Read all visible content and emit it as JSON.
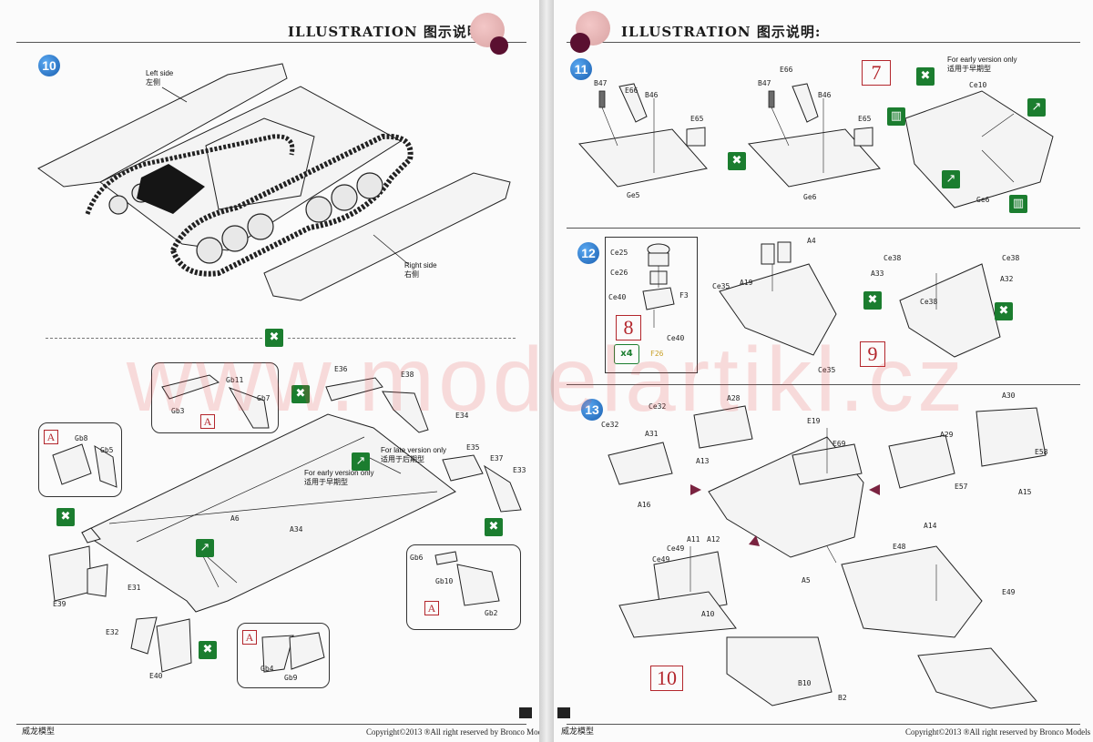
{
  "header": {
    "title": "ILLUSTRATION 图示说明:"
  },
  "left_page": {
    "step_10": {
      "number": "10",
      "left_side": [
        "Left side",
        "左侧"
      ],
      "right_side": [
        "Right side",
        "右侧"
      ]
    },
    "assembly": {
      "callout_top": {
        "parts": [
          "Gb11",
          "Gb7",
          "Gb3"
        ],
        "ref": "A"
      },
      "callout_left": {
        "parts": [
          "Gb8",
          "Gb5"
        ],
        "ref": "A"
      },
      "callout_right": {
        "parts": [
          "Gb6",
          "Gb10",
          "Gb2"
        ],
        "ref": "A"
      },
      "callout_bottom": {
        "parts": [
          "Gb4",
          "Gb9"
        ],
        "ref": "A"
      },
      "labels": [
        "E36",
        "E38",
        "E34",
        "E35",
        "E37",
        "E33",
        "A6",
        "A34",
        "E39",
        "E31",
        "E32",
        "E40"
      ],
      "late_version": [
        "For late version only",
        "适用于后期型"
      ],
      "early_version": [
        "For early version only",
        "适用于早期型"
      ]
    },
    "footer_left": "威龙模型",
    "footer_right": "Copyright©2013 ®All right reserved by Bronco Models"
  },
  "right_page": {
    "step_11": {
      "number": "11",
      "labels_a": [
        "B47",
        "E66",
        "B46",
        "E65",
        "Ge5"
      ],
      "labels_b": [
        "B47",
        "E66",
        "B46",
        "E65",
        "Ge6"
      ],
      "ref": "7",
      "early_version": [
        "For early version only",
        "适用于早期型"
      ],
      "labels_c": [
        "Ce10",
        "Ge6"
      ]
    },
    "step_12": {
      "number": "12",
      "box_labels": [
        "Ce25",
        "Ce26",
        "Ce40",
        "F3",
        "Ce40",
        "F26"
      ],
      "ref": "8",
      "multiplier": "x4",
      "labels_mid": [
        "A4",
        "Ce35",
        "A19",
        "Ce35"
      ],
      "labels_right": [
        "Ce38",
        "Ce38",
        "A33",
        "A32",
        "Ce38"
      ],
      "ref2": "9"
    },
    "step_13": {
      "number": "13",
      "labels": [
        "Ce32",
        "A28",
        "Ce32",
        "A31",
        "A13",
        "A16",
        "E19",
        "E69",
        "A30",
        "E58",
        "A29",
        "E57",
        "A15",
        "A14",
        "A11",
        "A12",
        "Ce49",
        "Ce49",
        "A10",
        "A5",
        "E48",
        "E49",
        "B10",
        "B2"
      ],
      "ref": "10"
    },
    "footer_left": "威龙模型",
    "footer_right": "Copyright©2013 ®All right reserved by Bronco Models"
  },
  "watermark": "www.modelartikl.cz"
}
